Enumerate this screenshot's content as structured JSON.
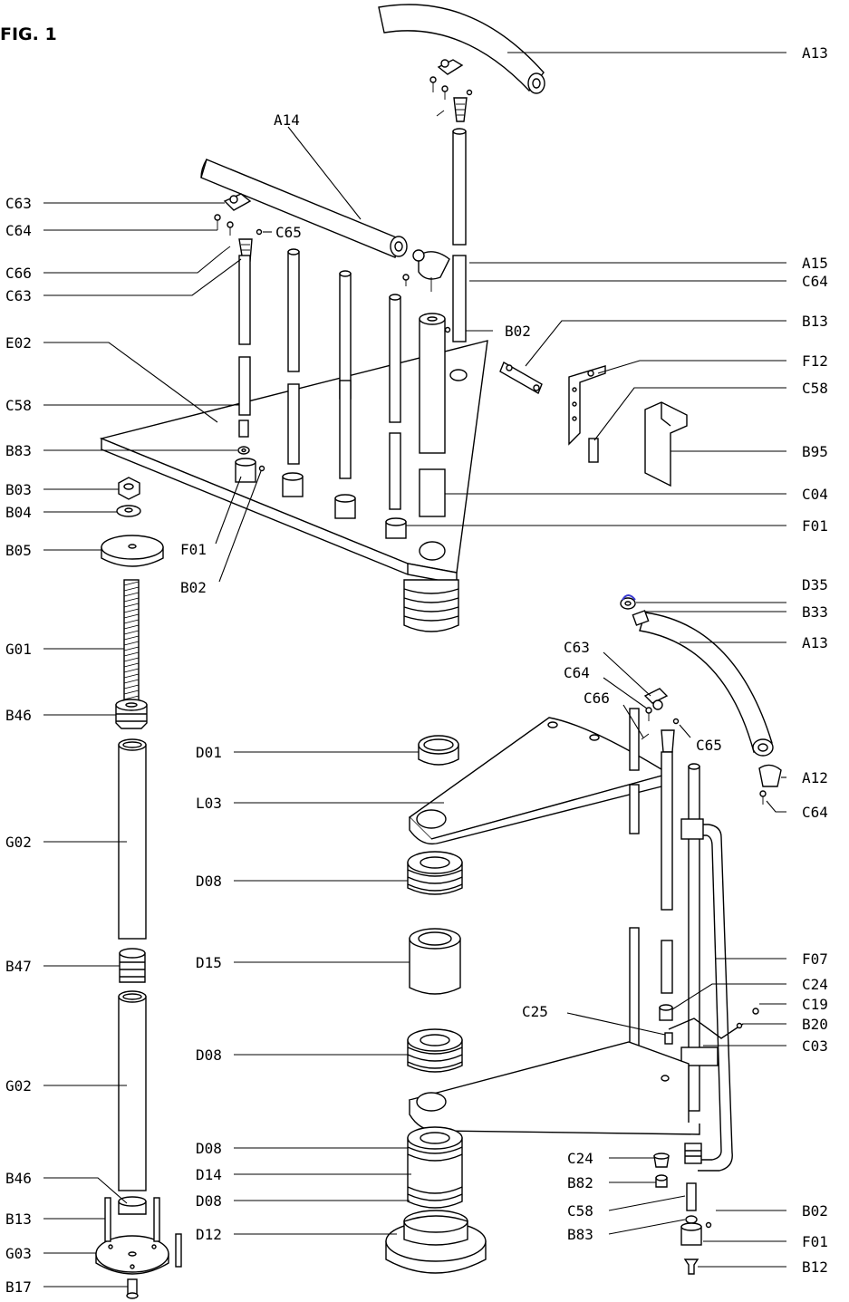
{
  "figure_label": "FIG. 1",
  "parts": {
    "A13_top": "A13",
    "A14": "A14",
    "A15": "A15",
    "C64_a": "C64",
    "B02_a": "B02",
    "B13_a": "B13",
    "F12": "F12",
    "C58_a": "C58",
    "B95": "B95",
    "C04": "C04",
    "F01_a": "F01",
    "C63_a": "C63",
    "C64_b": "C64",
    "C65_a": "C65",
    "C66_a": "C66",
    "C63_b": "C63",
    "E02": "E02",
    "C58_b": "C58",
    "B83_a": "B83",
    "B03": "B03",
    "B04": "B04",
    "B05": "B05",
    "F01_b": "F01",
    "B02_b": "B02",
    "G01": "G01",
    "B46_a": "B46",
    "G02_a": "G02",
    "B47": "B47",
    "G02_b": "G02",
    "B46_b": "B46",
    "B13_b": "B13",
    "G03": "G03",
    "B17": "B17",
    "D35": "D35",
    "B33": "B33",
    "A13_b": "A13",
    "C63_c": "C63",
    "C64_c": "C64",
    "C66_b": "C66",
    "C65_b": "C65",
    "A12": "A12",
    "C64_d": "C64",
    "D01": "D01",
    "L03": "L03",
    "D08_a": "D08",
    "D15": "D15",
    "D08_b": "D08",
    "D08_c": "D08",
    "D14": "D14",
    "D08_d": "D08",
    "D12": "D12",
    "F07": "F07",
    "C24_a": "C24",
    "C19": "C19",
    "C25": "C25",
    "B20": "B20",
    "C03": "C03",
    "C24_b": "C24",
    "B82": "B82",
    "C58_c": "C58",
    "B02_c": "B02",
    "B83_b": "B83",
    "F01_c": "F01",
    "B12": "B12"
  },
  "colors": {
    "ink": "#000000",
    "paper": "#ffffff",
    "highlight": "#3a3ad0"
  }
}
